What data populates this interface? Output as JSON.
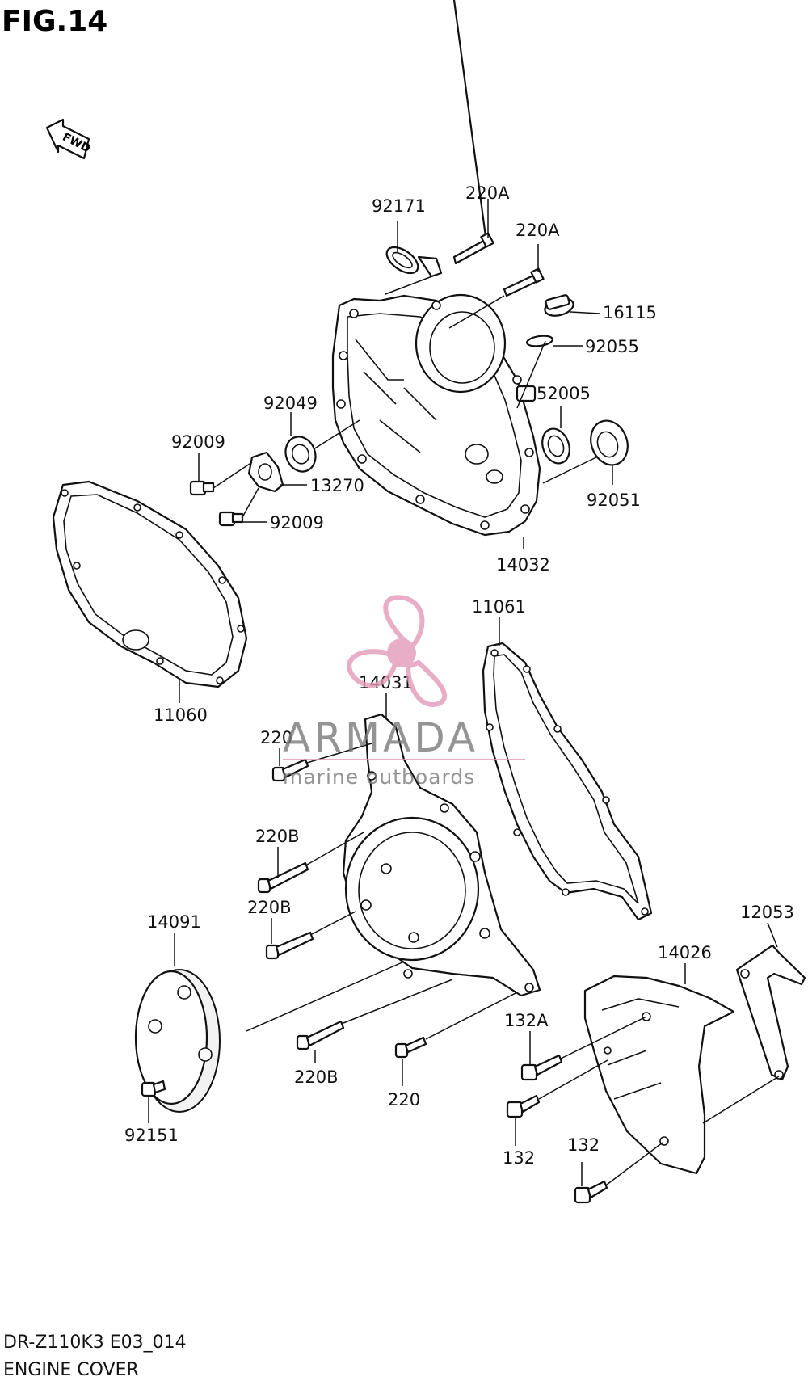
{
  "figure": {
    "title": "FIG.14",
    "fwd_marker": "FWD"
  },
  "parts": {
    "p92171": "92171",
    "p220A_1": "220A",
    "p220A_2": "220A",
    "p16115": "16115",
    "p92055": "92055",
    "p52005": "52005",
    "p92049": "92049",
    "p92009_1": "92009",
    "p13270": "13270",
    "p92009_2": "92009",
    "p92051": "92051",
    "p14032": "14032",
    "p11061": "11061",
    "p11060": "11060",
    "p14031": "14031",
    "p220_1": "220",
    "p220B_1": "220B",
    "p220B_2": "220B",
    "p14091": "14091",
    "p12053": "12053",
    "p14026": "14026",
    "p132A": "132A",
    "p220B_3": "220B",
    "p220_2": "220",
    "p92151": "92151",
    "p132_1": "132",
    "p132_2": "132"
  },
  "watermark": {
    "brand": "ARMADA",
    "tagline": "marine outboards",
    "brand_color": "#7a7a7a",
    "accent_color": "#e39ab8"
  },
  "footer": {
    "model_code": "DR-Z110K3 E03_014",
    "section": "ENGINE COVER"
  }
}
